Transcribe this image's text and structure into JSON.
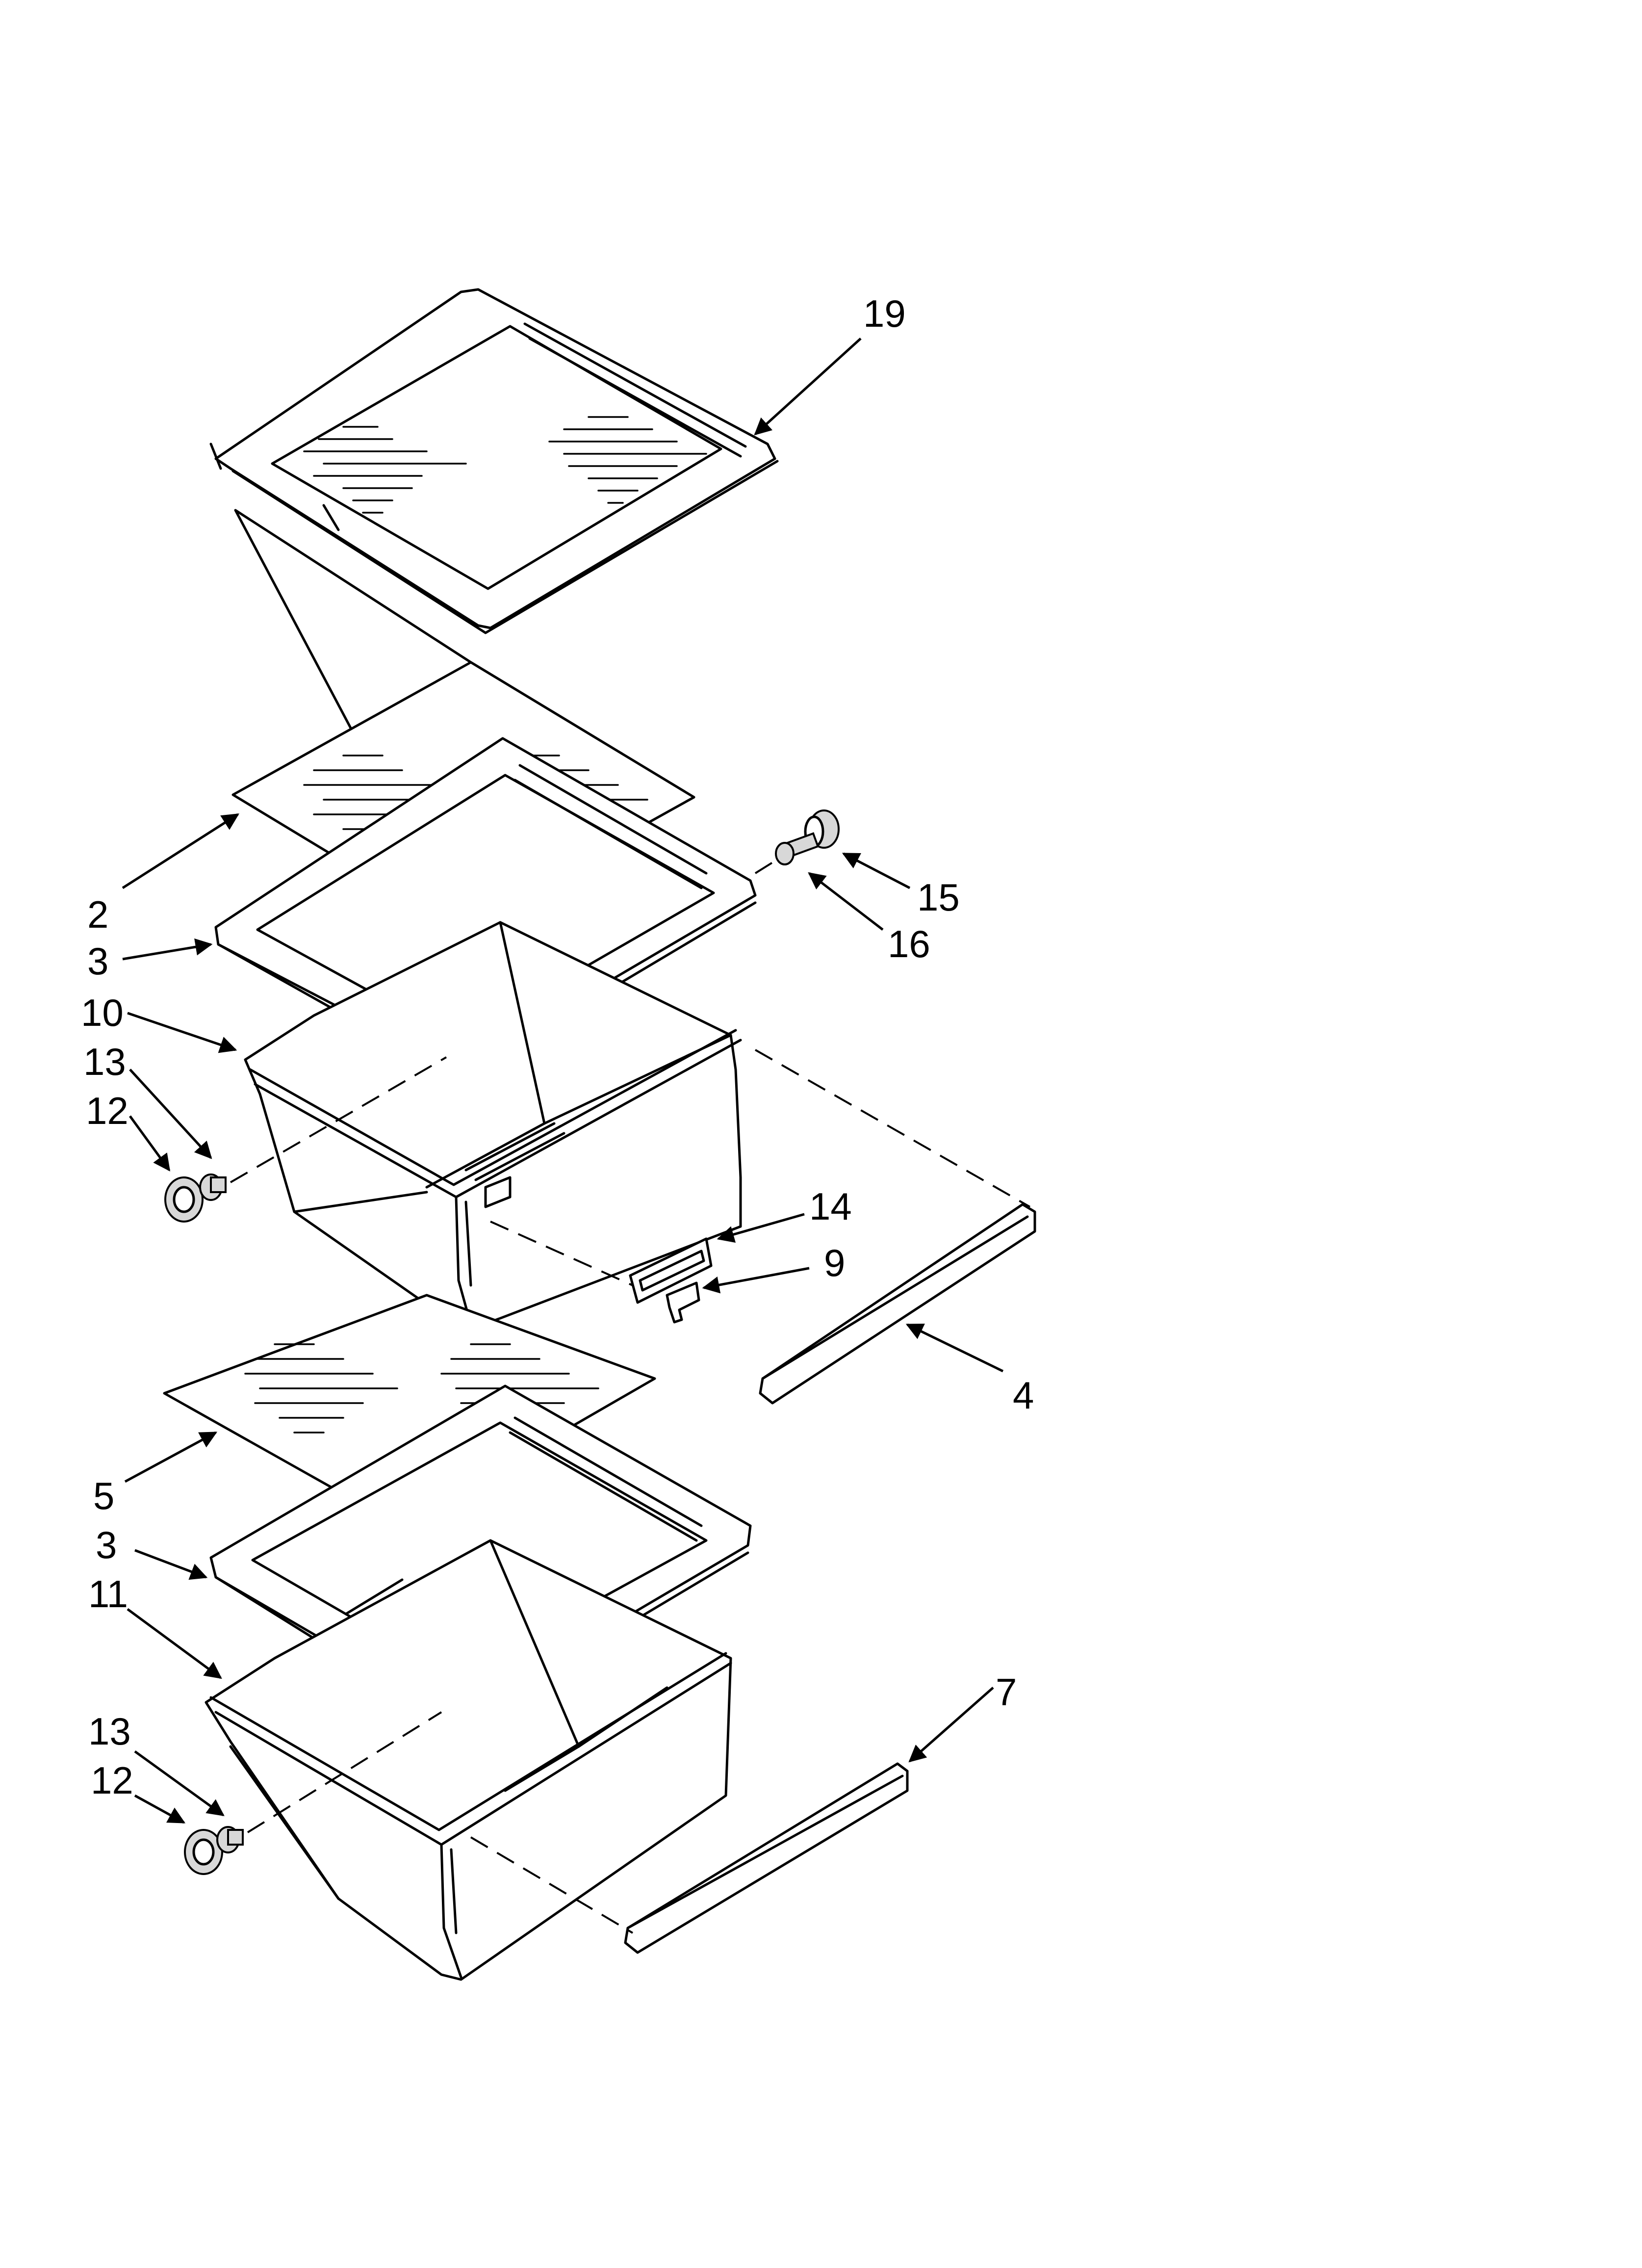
{
  "diagram": {
    "callouts": [
      {
        "id": "c19",
        "label": "19"
      },
      {
        "id": "c2",
        "label": "2"
      },
      {
        "id": "c3a",
        "label": "3"
      },
      {
        "id": "c10",
        "label": "10"
      },
      {
        "id": "c13a",
        "label": "13"
      },
      {
        "id": "c12a",
        "label": "12"
      },
      {
        "id": "c15",
        "label": "15"
      },
      {
        "id": "c16",
        "label": "16"
      },
      {
        "id": "c14",
        "label": "14"
      },
      {
        "id": "c9",
        "label": "9"
      },
      {
        "id": "c4",
        "label": "4"
      },
      {
        "id": "c5",
        "label": "5"
      },
      {
        "id": "c3b",
        "label": "3"
      },
      {
        "id": "c11",
        "label": "11"
      },
      {
        "id": "c7",
        "label": "7"
      },
      {
        "id": "c13b",
        "label": "13"
      },
      {
        "id": "c12b",
        "label": "12"
      }
    ]
  }
}
